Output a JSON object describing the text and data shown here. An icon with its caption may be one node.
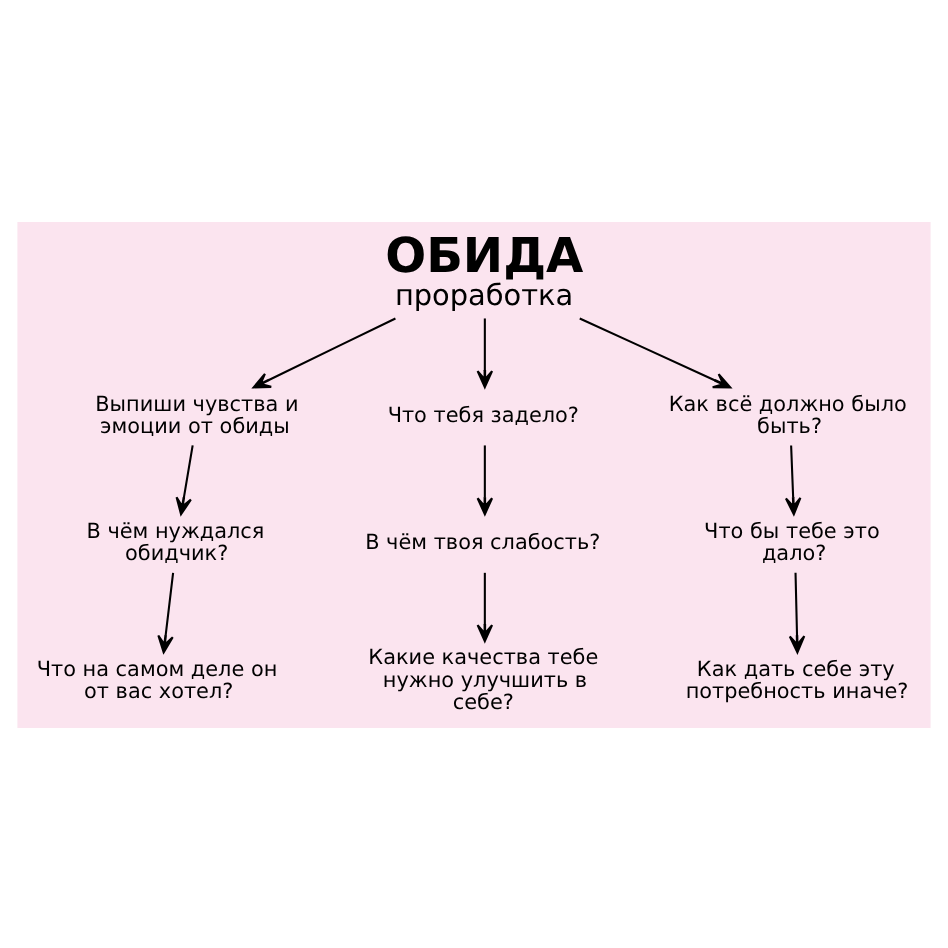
{
  "diagram": {
    "nodes": [
      {
        "text": [
          "ОБИДА",
          "проработка"
        ]
      },
      {
        "text": [
          "Выпиши чувства и эмоции от обиды"
        ]
      },
      {
        "text": [
          "Что тебя задело?"
        ]
      },
      {
        "text": [
          "Как всё должно было быть?"
        ]
      },
      {
        "text": [
          "В чём нуждался обидчик?"
        ]
      },
      {
        "text": [
          "В чём твоя слабость?"
        ]
      },
      {
        "text": [
          "Что бы тебе это дало?"
        ]
      },
      {
        "text": [
          "Что на самом деле он от вас хотел?"
        ]
      },
      {
        "text": [
          "Какие качества тебе нужно улучшить в себе?"
        ]
      },
      {
        "text": [
          "Как дать себе эту потребность иначе?"
        ]
      }
    ],
    "edges": [
      {
        "from": 0,
        "to": 1,
        "arrow": "to"
      },
      {
        "from": 0,
        "to": 2,
        "arrow": "to"
      },
      {
        "from": 0,
        "to": 3,
        "arrow": "to"
      },
      {
        "from": 1,
        "to": 4,
        "arrow": "to"
      },
      {
        "from": 2,
        "to": 5,
        "arrow": "to"
      },
      {
        "from": 3,
        "to": 6,
        "arrow": "to"
      },
      {
        "from": 4,
        "to": 7,
        "arrow": "to"
      },
      {
        "from": 5,
        "to": 8,
        "arrow": "to"
      },
      {
        "from": 6,
        "to": 9,
        "arrow": "to"
      }
    ]
  }
}
